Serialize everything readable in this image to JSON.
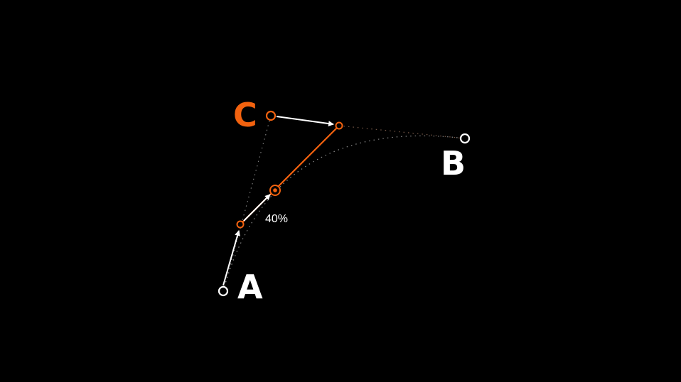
{
  "labels": {
    "a": "A",
    "b": "B",
    "c": "C",
    "percent": "40%"
  },
  "colors": {
    "background": "#000000",
    "accent": "#f2620f",
    "white": "#ffffff",
    "guide": "#8a8a8a"
  }
}
